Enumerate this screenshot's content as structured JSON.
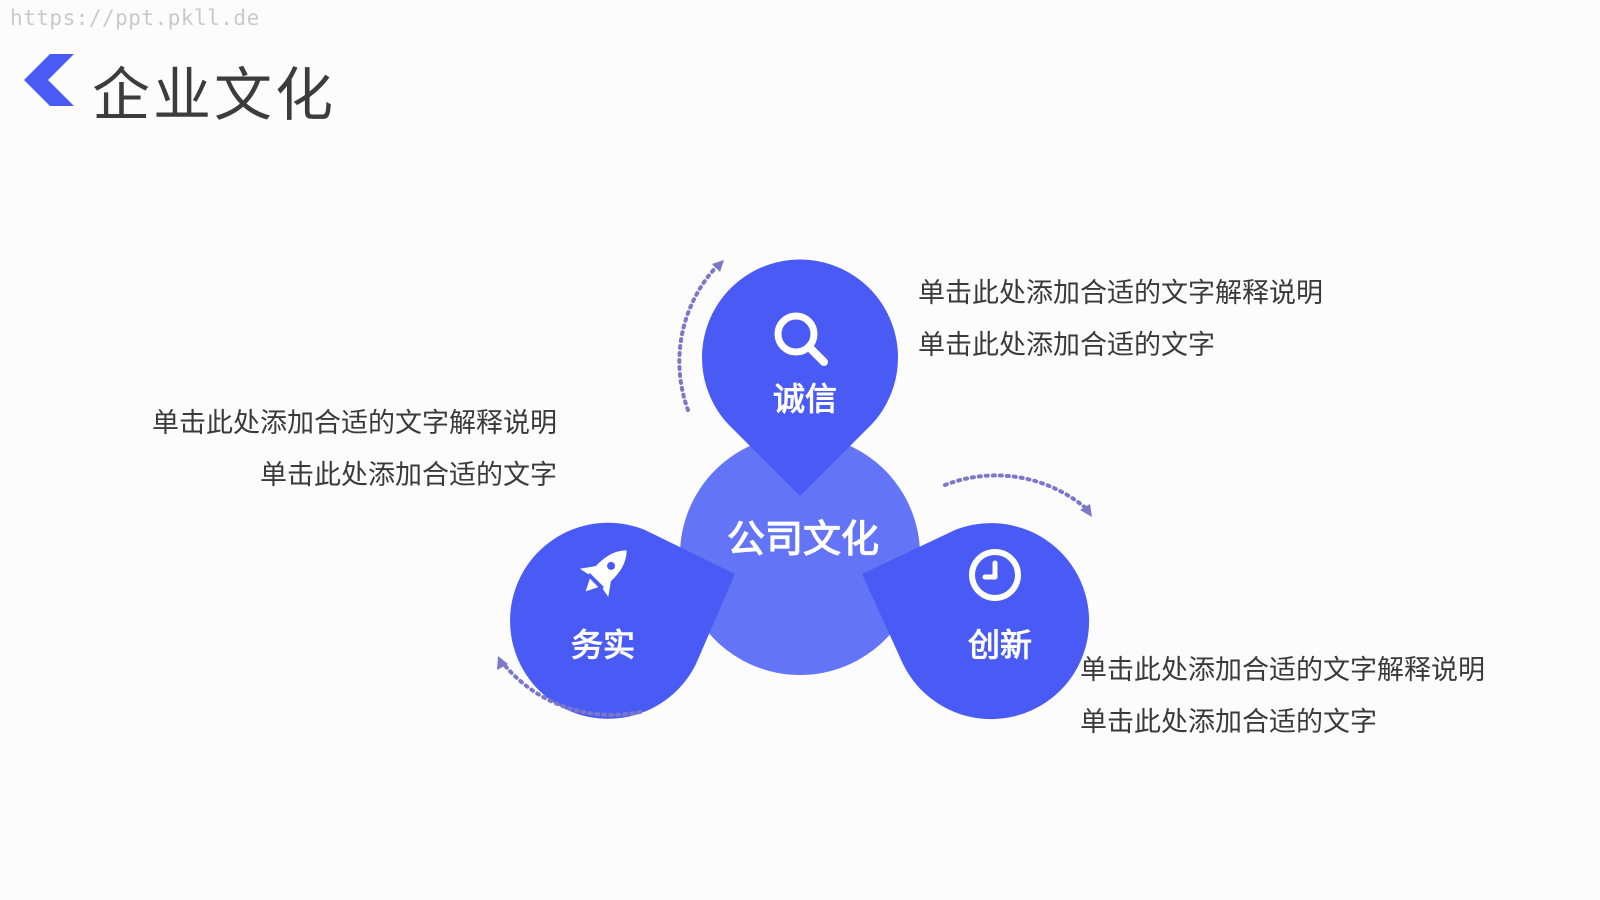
{
  "watermark": "https://ppt.pkll.de",
  "title": "企业文化",
  "colors": {
    "accent": "#4a5bf5",
    "accent_light": "#6374f7",
    "center": "#5c6ef8",
    "dotted_arc": "#7b78c8",
    "text": "#3a3a3a"
  },
  "center": {
    "label": "公司文化"
  },
  "nodes": [
    {
      "id": "integrity",
      "label": "诚信",
      "icon": "search-icon"
    },
    {
      "id": "pragmatic",
      "label": "务实",
      "icon": "rocket-icon"
    },
    {
      "id": "innovation",
      "label": "创新",
      "icon": "clock-icon"
    }
  ],
  "descriptions": {
    "integrity": [
      "单击此处添加合适的文字解释说明",
      "单击此处添加合适的文字"
    ],
    "pragmatic": [
      "单击此处添加合适的文字解释说明",
      "单击此处添加合适的文字"
    ],
    "innovation": [
      "单击此处添加合适的文字解释说明",
      "单击此处添加合适的文字"
    ]
  }
}
